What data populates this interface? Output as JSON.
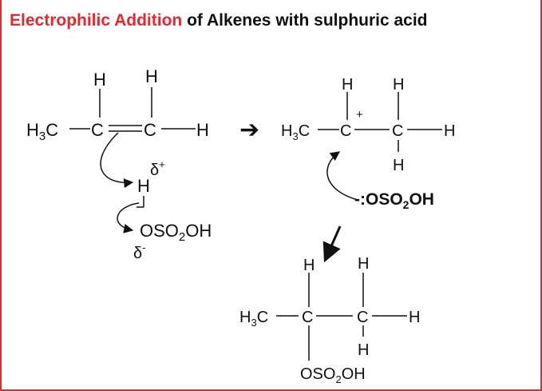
{
  "title": {
    "highlight": "Electrophilic Addition",
    "rest": " of Alkenes with sulphuric acid"
  },
  "labels": {
    "H": "H",
    "C": "C",
    "H3C_H": "H",
    "H3C_sub": "3",
    "H3C_C": "C",
    "delta": "δ",
    "delta_plus": "+",
    "delta_minus": "-",
    "plus": "+",
    "O_S_O": "OSO",
    "sub2": "2",
    "OH": "OH",
    "bisulfate_lead": "-:OSO",
    "arrow_right": "➔"
  },
  "colors": {
    "accent": "#e8262b",
    "ink": "#111111"
  }
}
